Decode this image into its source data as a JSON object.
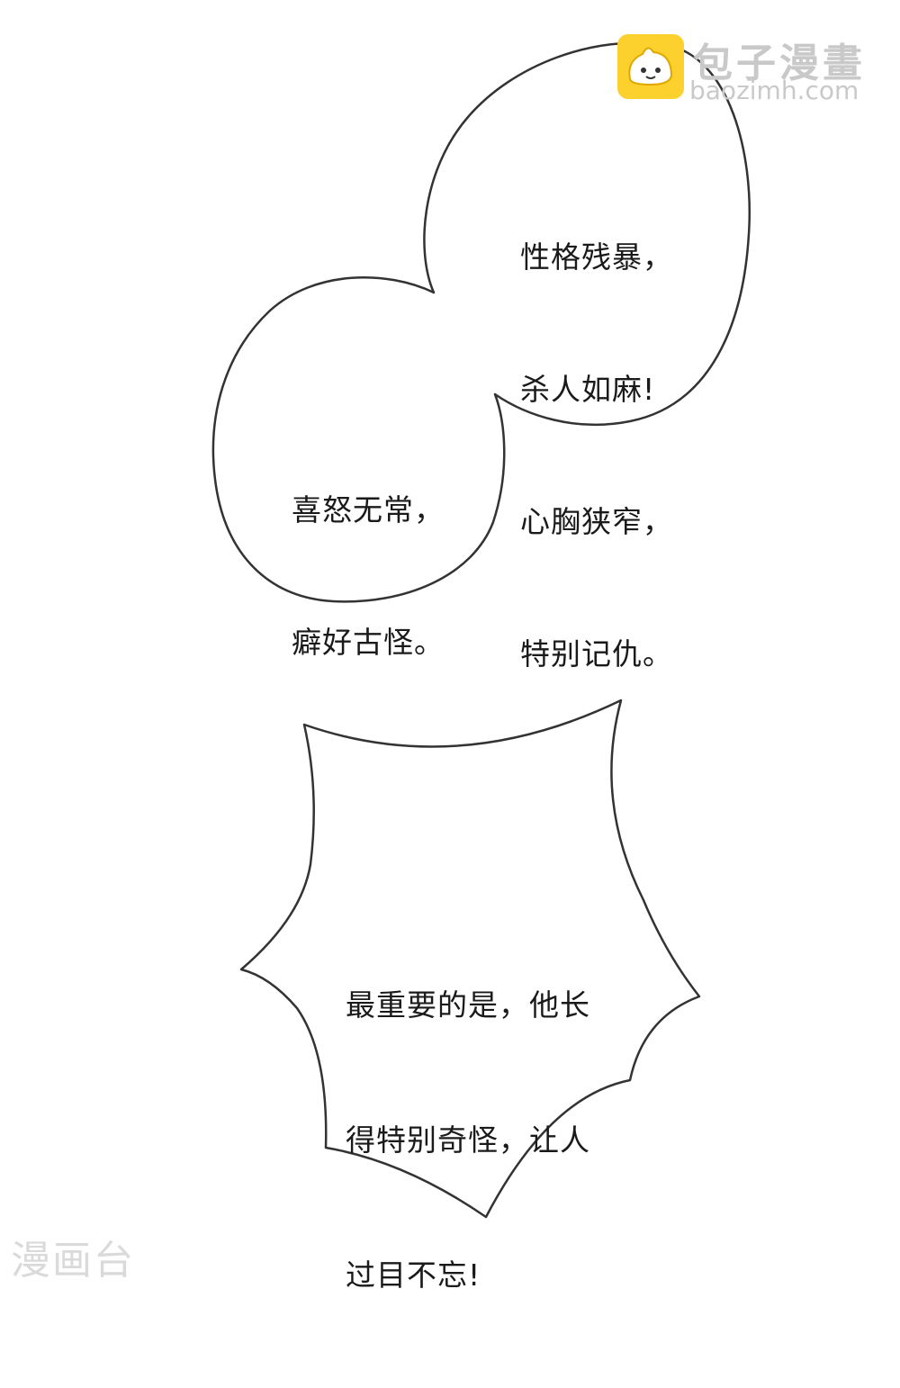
{
  "colors": {
    "background": "#ffffff",
    "bubble_stroke": "#333333",
    "text": "#1a1a1a",
    "logo_yellow": "#fcd02d",
    "watermark": "#c9c9c9"
  },
  "bubbles": {
    "top_right": {
      "lines": [
        "性格残暴，",
        "杀人如麻!",
        "心胸狭窄，",
        "特别记仇。"
      ]
    },
    "left": {
      "lines": [
        "喜怒无常，",
        "癖好古怪。"
      ]
    },
    "spiky": {
      "lines": [
        "最重要的是，他长",
        "得特别奇怪，让人",
        "过目不忘!"
      ]
    }
  },
  "watermark_top": {
    "icon": "bun-mascot-icon",
    "brand": "包子漫畫",
    "url": "baozimh.com"
  },
  "watermark_bottom": {
    "text": "漫画台"
  }
}
